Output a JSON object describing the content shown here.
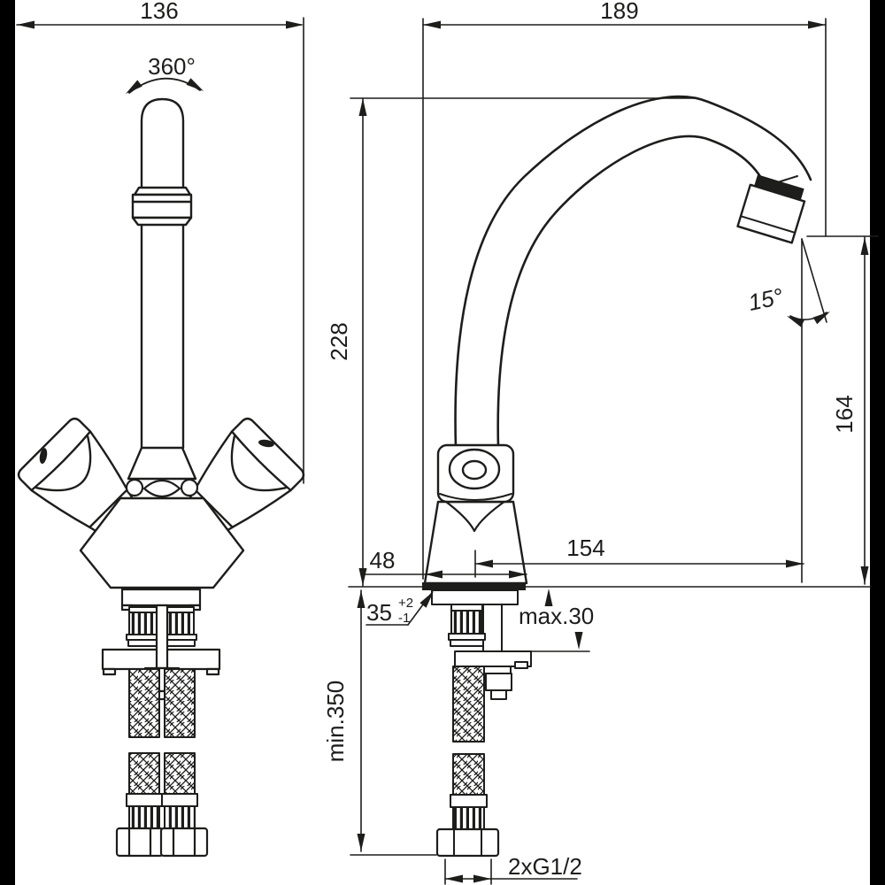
{
  "page": {
    "background": "#ffffff",
    "line_color": "#1d1d1b",
    "frame_bar_color": "#000000",
    "description": "Technical dimension drawing of a two-handle kitchen mixer tap, front view and side view"
  },
  "front_view": {
    "labels": {
      "overall_width": "136",
      "spout_swivel_angle": "360°"
    }
  },
  "side_view": {
    "labels": {
      "spout_reach_overall": "189",
      "total_height": "228",
      "outlet_height": "164",
      "outlet_angle": "15°",
      "reach_from_axis": "154",
      "body_base_width": "48",
      "mounting_hole": "35",
      "mounting_hole_tol_plus": "+2",
      "mounting_hole_tol_minus": "-1",
      "max_deck_thickness": "max.30",
      "min_hose_length": "min.350",
      "connection_thread": "2xG1/2"
    }
  }
}
